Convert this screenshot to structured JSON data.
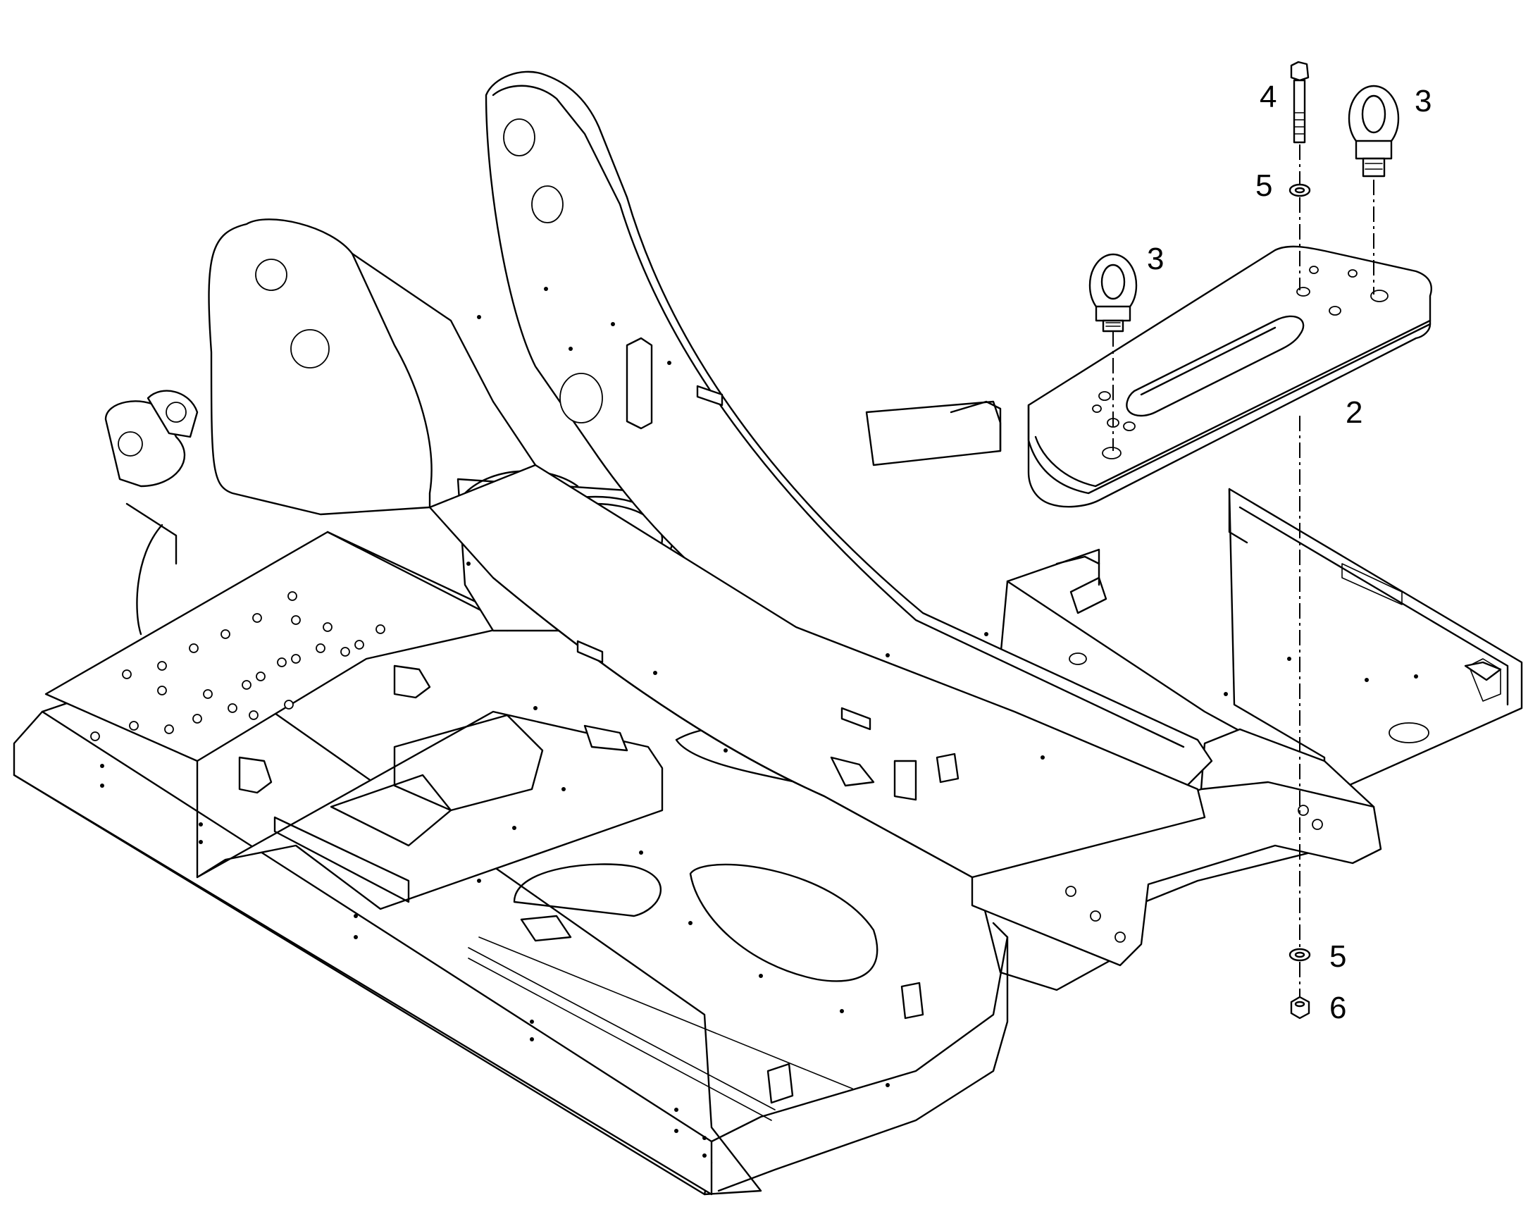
{
  "callouts": {
    "c2": "2",
    "c3a": "3",
    "c3b": "3",
    "c4": "4",
    "c5a": "5",
    "c5b": "5",
    "c6": "6"
  }
}
